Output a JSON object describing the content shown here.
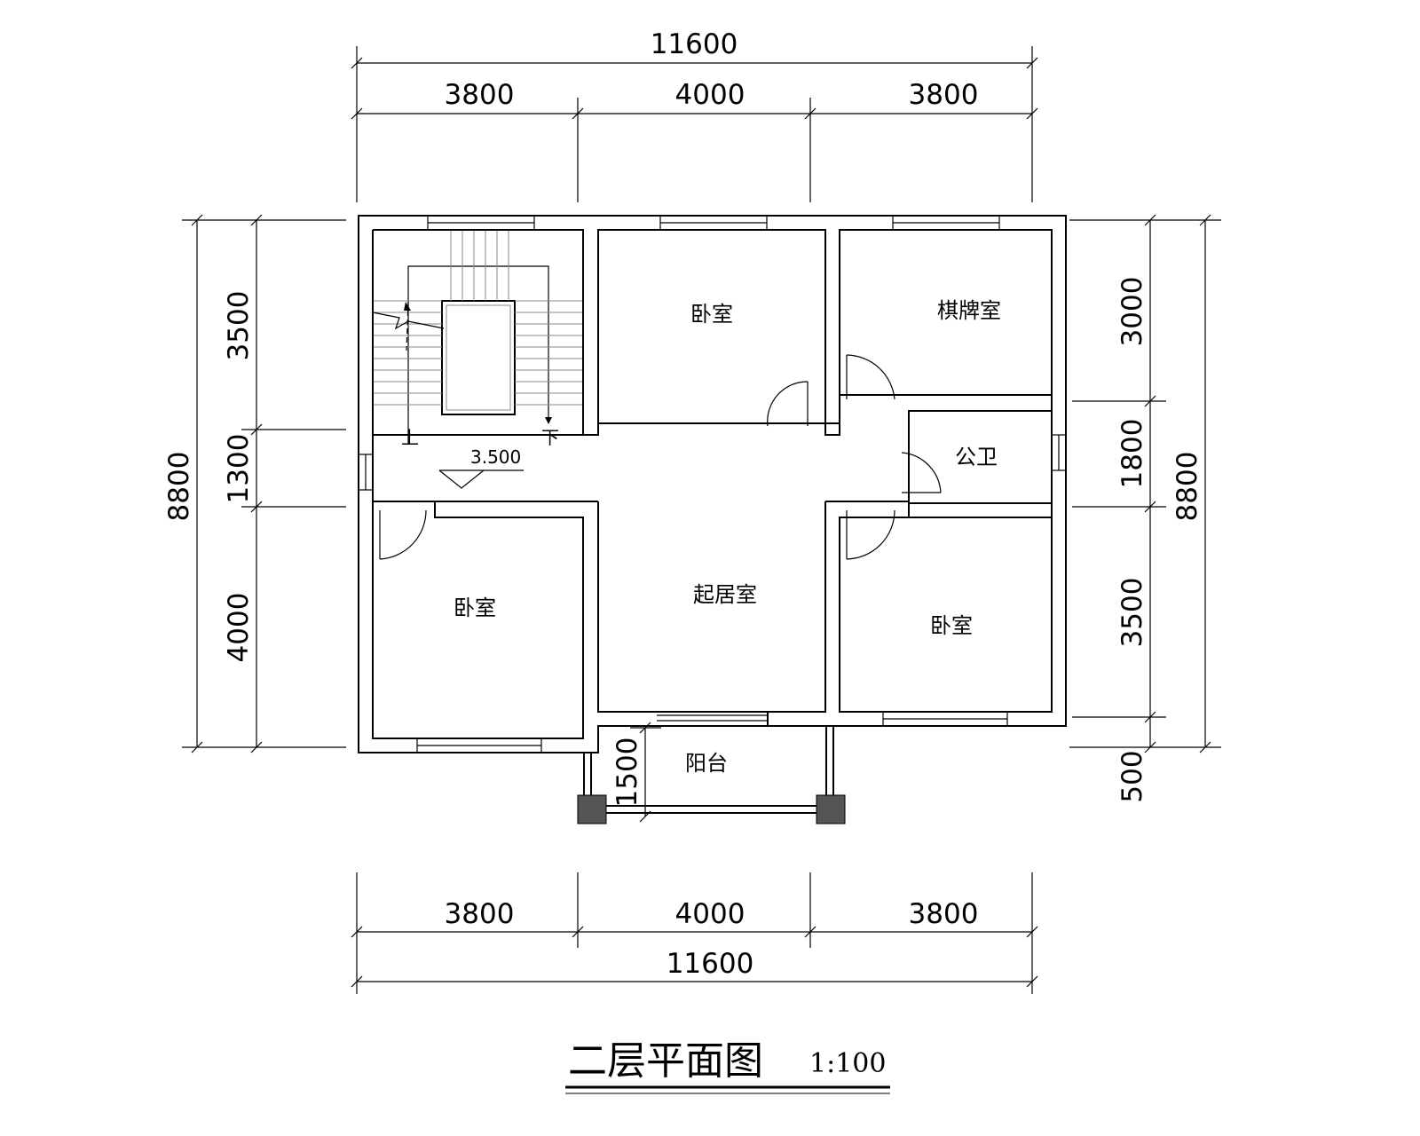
{
  "title": "二层平面图",
  "scale": "1:100",
  "dims": {
    "top_total": "11600",
    "top_segments": [
      "3800",
      "4000",
      "3800"
    ],
    "bottom_segments": [
      "3800",
      "4000",
      "3800"
    ],
    "bottom_total": "11600",
    "left_total": "8800",
    "left_segments": [
      "3500",
      "1300",
      "4000"
    ],
    "right_segments": [
      "3000",
      "1800",
      "3500",
      "500"
    ],
    "right_total": "8800",
    "balcony_depth": "1500"
  },
  "rooms": {
    "bedroom_top": "卧室",
    "chess_room": "棋牌室",
    "public_wc": "公卫",
    "bedroom_left": "卧室",
    "living_room": "起居室",
    "bedroom_right": "卧室",
    "balcony": "阳台"
  },
  "stairs": {
    "up": "上",
    "down": "下",
    "elevation": "3.500"
  },
  "colors": {
    "line": "#000000",
    "column": "#555555",
    "background": "#ffffff"
  }
}
